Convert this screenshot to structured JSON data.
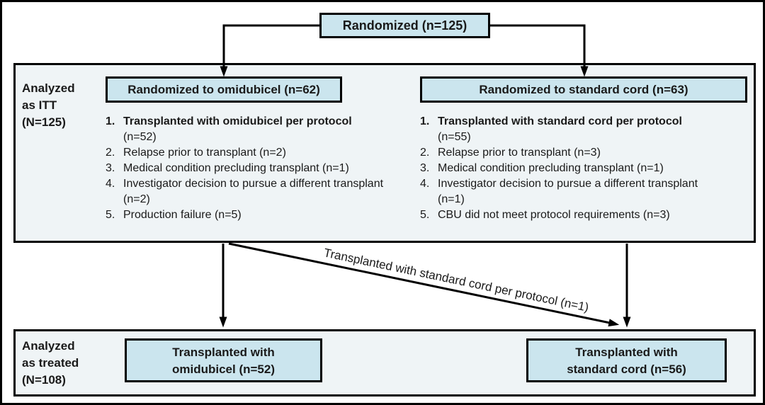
{
  "colors": {
    "node_fill": "#cbe5ee",
    "panel_fill": "#eff4f6",
    "line": "#000000"
  },
  "randomized_box": {
    "label": "Randomized (n=125)"
  },
  "itt": {
    "side_label": "Analyzed as ITT (N=125)",
    "left": {
      "header": "Randomized to omidubicel (n=62)",
      "item1_num": "1.",
      "item1_bold": "Transplanted with omidubicel per protocol",
      "item1_rest": "(n=52)",
      "items": [
        {
          "num": "2.",
          "text": "Relapse prior to transplant (n=2)"
        },
        {
          "num": "3.",
          "text": "Medical condition precluding transplant (n=1)"
        },
        {
          "num": "4.",
          "text": "Investigator decision to pursue a different transplant (n=2)"
        },
        {
          "num": "5.",
          "text": "Production failure (n=5)"
        }
      ]
    },
    "right": {
      "header": "Randomized to standard cord (n=63)",
      "item1_num": "1.",
      "item1_bold": "Transplanted with standard cord per protocol",
      "item1_rest": "(n=55)",
      "items": [
        {
          "num": "2.",
          "text": "Relapse prior to transplant (n=3)"
        },
        {
          "num": "3.",
          "text": "Medical condition precluding transplant (n=1)"
        },
        {
          "num": "4.",
          "text": "Investigator decision to pursue a different transplant (n=1)"
        },
        {
          "num": "5.",
          "text": "CBU did not meet protocol requirements (n=3)"
        }
      ]
    }
  },
  "diagonal_label": "Transplanted with standard cord per protocol (n=1)",
  "treated": {
    "side_label": "Analyzed as treated (N=108)",
    "left_box": {
      "line1": "Transplanted with",
      "line2": "omidubicel (n=52)"
    },
    "right_box": {
      "line1": "Transplanted with",
      "line2": "standard cord (n=56)"
    }
  }
}
